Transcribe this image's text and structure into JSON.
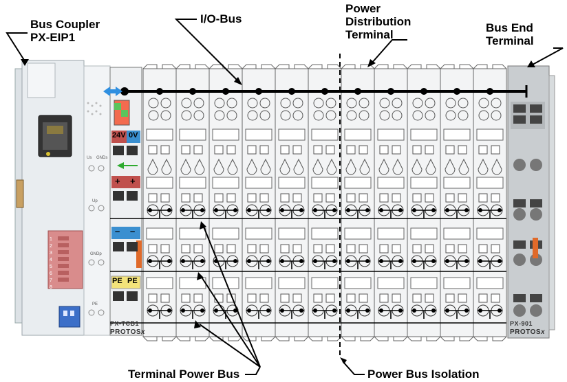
{
  "labels": {
    "bus_coupler_line1": "Bus Coupler",
    "bus_coupler_line2": "PX-EIP1",
    "io_bus": "I/O-Bus",
    "power_dist_line1": "Power",
    "power_dist_line2": "Distribution",
    "power_dist_line3": "Terminal",
    "bus_end_line1": "Bus End",
    "bus_end_line2": "Terminal",
    "terminal_power_bus": "Terminal Power Bus",
    "power_bus_isolation": "Power Bus Isolation"
  },
  "device": {
    "coupler_led_us": "Us",
    "coupler_led_gnds": "GNDs",
    "coupler_led_up": "Up",
    "coupler_led_gndp": "GNDp",
    "coupler_led_pe": "PE",
    "badge_24v": "24V",
    "badge_0v": "0V",
    "badge_plus": "+",
    "badge_minus": "–",
    "badge_pe": "PE",
    "power_terminal_model": "PX-TCB1",
    "brand": "PROTOS",
    "brand_suffix": "x",
    "end_terminal_model": "PX-901",
    "dip_numbers": "1 2 3 4 5 6 7 8"
  },
  "colors": {
    "io_bus_line": "#000000",
    "badge_red": "#c0504d",
    "badge_blue": "#3a8fd0",
    "badge_yellow": "#f3e37a",
    "dip_switch_red": "#d98c8c",
    "dip_switch_blue": "#3c6fc8",
    "connector_orange": "#e06a2a",
    "arrow_blue": "#2f8fe0",
    "arrow_green": "#2eaa2e"
  }
}
